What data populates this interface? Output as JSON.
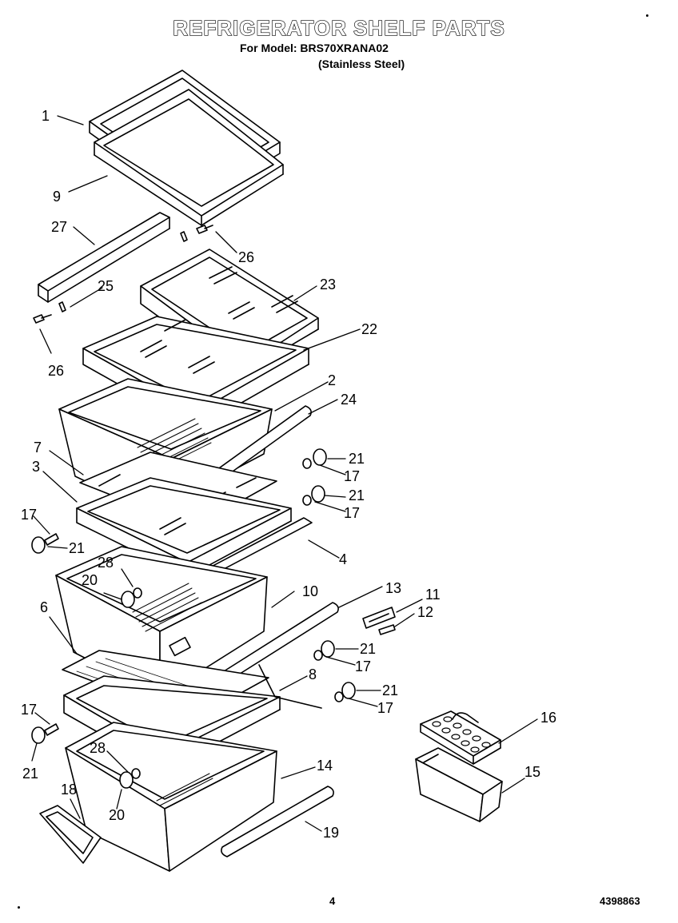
{
  "header": {
    "title": "REFRIGERATOR SHELF PARTS",
    "model_line": "For Model: BRS70XRANA02",
    "finish_line": "(Stainless Steel)"
  },
  "callouts": [
    "1",
    "9",
    "27",
    "26",
    "25",
    "23",
    "22",
    "26",
    "2",
    "24",
    "7",
    "21",
    "3",
    "17",
    "21",
    "17",
    "17",
    "21",
    "4",
    "28",
    "20",
    "10",
    "13",
    "11",
    "12",
    "6",
    "21",
    "8",
    "17",
    "21",
    "17",
    "16",
    "17",
    "28",
    "21",
    "20",
    "14",
    "15",
    "18",
    "19"
  ],
  "footer": {
    "page_number": "4",
    "document_number": "4398863"
  }
}
